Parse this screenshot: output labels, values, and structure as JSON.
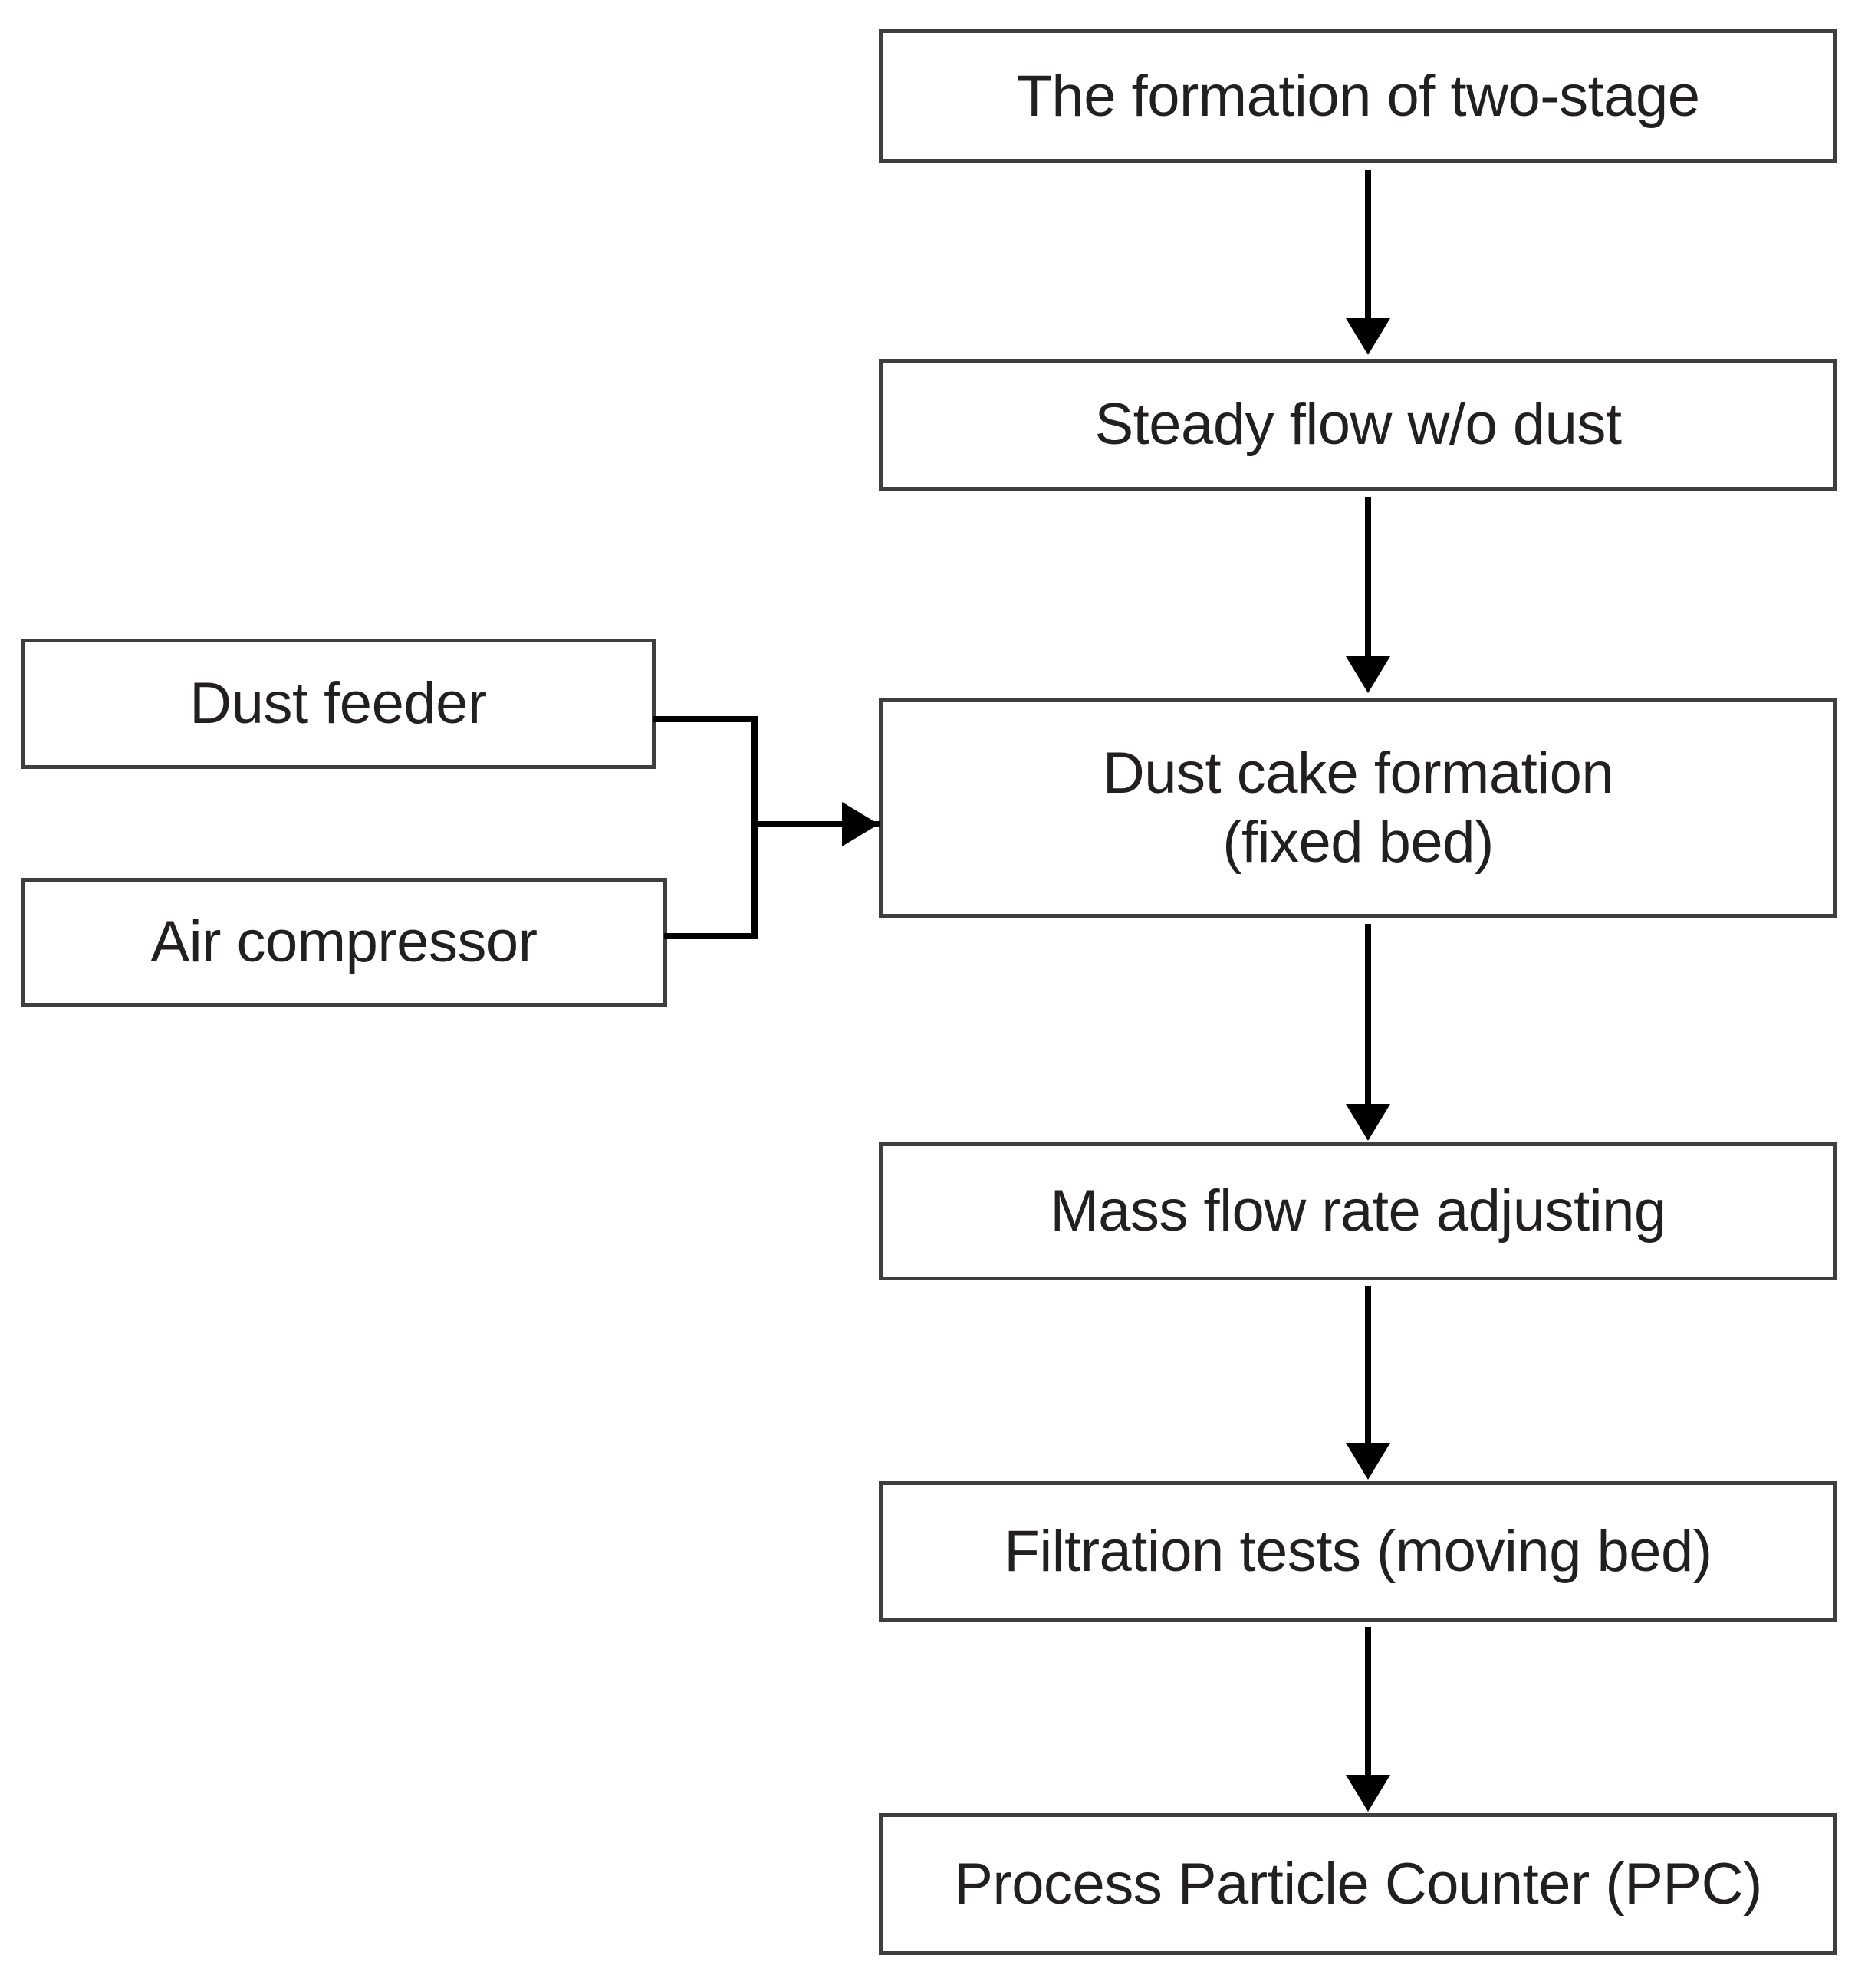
{
  "diagram": {
    "title": "Two-stage filtration experimental procedure flowchart",
    "background_color": "#ffffff",
    "box_border_color": "#3f3f3f",
    "text_color": "#231f20",
    "connector_color": "#000000",
    "nodes": [
      {
        "id": "formation",
        "label": "The formation of two-stage"
      },
      {
        "id": "steady_flow",
        "label": "Steady flow w/o dust"
      },
      {
        "id": "dust_cake",
        "label": "Dust cake formation\n(fixed bed)"
      },
      {
        "id": "mass_flow",
        "label": "Mass flow rate adjusting"
      },
      {
        "id": "filtration",
        "label": "Filtration tests (moving bed)"
      },
      {
        "id": "ppc",
        "label": "Process Particle Counter (PPC)"
      },
      {
        "id": "dust_feeder",
        "label": "Dust feeder"
      },
      {
        "id": "air_compressor",
        "label": "Air compressor"
      }
    ],
    "edges": [
      {
        "from": "formation",
        "to": "steady_flow",
        "style": "arrow-down"
      },
      {
        "from": "steady_flow",
        "to": "dust_cake",
        "style": "arrow-down"
      },
      {
        "from": "dust_cake",
        "to": "mass_flow",
        "style": "arrow-down"
      },
      {
        "from": "mass_flow",
        "to": "filtration",
        "style": "arrow-down"
      },
      {
        "from": "filtration",
        "to": "ppc",
        "style": "arrow-down"
      },
      {
        "from": "dust_feeder",
        "to": "dust_cake",
        "style": "bracket-arrow-right"
      },
      {
        "from": "air_compressor",
        "to": "dust_cake",
        "style": "bracket-arrow-right"
      }
    ]
  }
}
